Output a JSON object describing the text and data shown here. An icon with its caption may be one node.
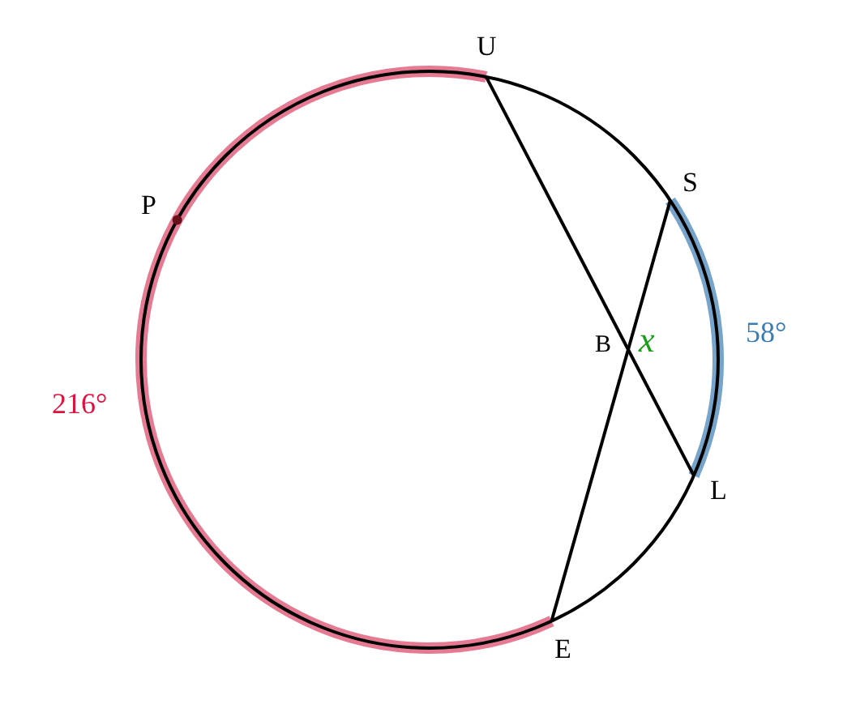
{
  "diagram": {
    "labels": [
      "U",
      "S",
      "P",
      "B",
      "x",
      "58°",
      "216°",
      "L",
      "E"
    ]
  }
}
